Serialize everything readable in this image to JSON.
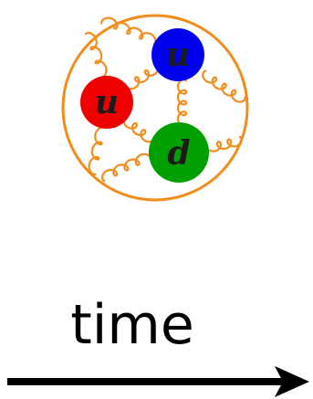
{
  "diagram": {
    "colors": {
      "boundary": "#f28c1c",
      "gluon": "#f28c1c",
      "arrow": "#000000",
      "label_text": "#1a1a1a"
    },
    "quarks": [
      {
        "label": "u",
        "color": "#0000ee"
      },
      {
        "label": "u",
        "color": "#ee0000"
      },
      {
        "label": "d",
        "color": "#00a000"
      }
    ],
    "axis": {
      "label": "time",
      "direction": "right"
    }
  }
}
